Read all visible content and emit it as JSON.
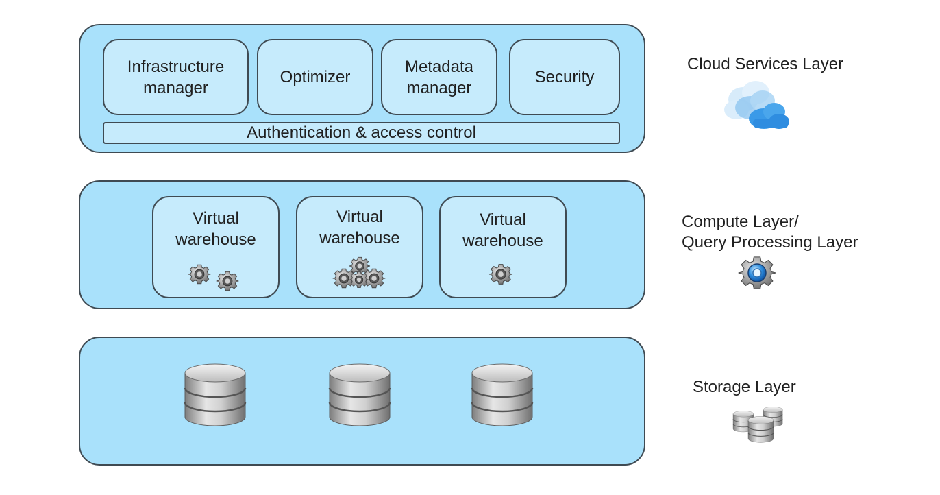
{
  "layers": {
    "cloud_services": {
      "label": "Cloud Services Layer",
      "icon": "cloud-icon",
      "components": [
        {
          "label": "Infrastructure\nmanager"
        },
        {
          "label": "Optimizer"
        },
        {
          "label": "Metadata\nmanager"
        },
        {
          "label": "Security"
        }
      ],
      "auth_bar": "Authentication & access control"
    },
    "compute": {
      "label": "Compute Layer/\nQuery Processing Layer",
      "icon": "gear-icon",
      "warehouses": [
        {
          "label": "Virtual\nwarehouse",
          "gear_count": 2
        },
        {
          "label": "Virtual\nwarehouse",
          "gear_count": 4
        },
        {
          "label": "Virtual\nwarehouse",
          "gear_count": 1
        }
      ]
    },
    "storage": {
      "label": "Storage Layer",
      "icon": "database-cluster-icon",
      "databases": [
        {
          "icon": "database-icon"
        },
        {
          "icon": "database-icon"
        },
        {
          "icon": "database-icon"
        }
      ]
    }
  },
  "colors": {
    "layer_fill": "#a9e1fb",
    "box_fill": "#c6ebfc",
    "border": "#3f4a52"
  }
}
